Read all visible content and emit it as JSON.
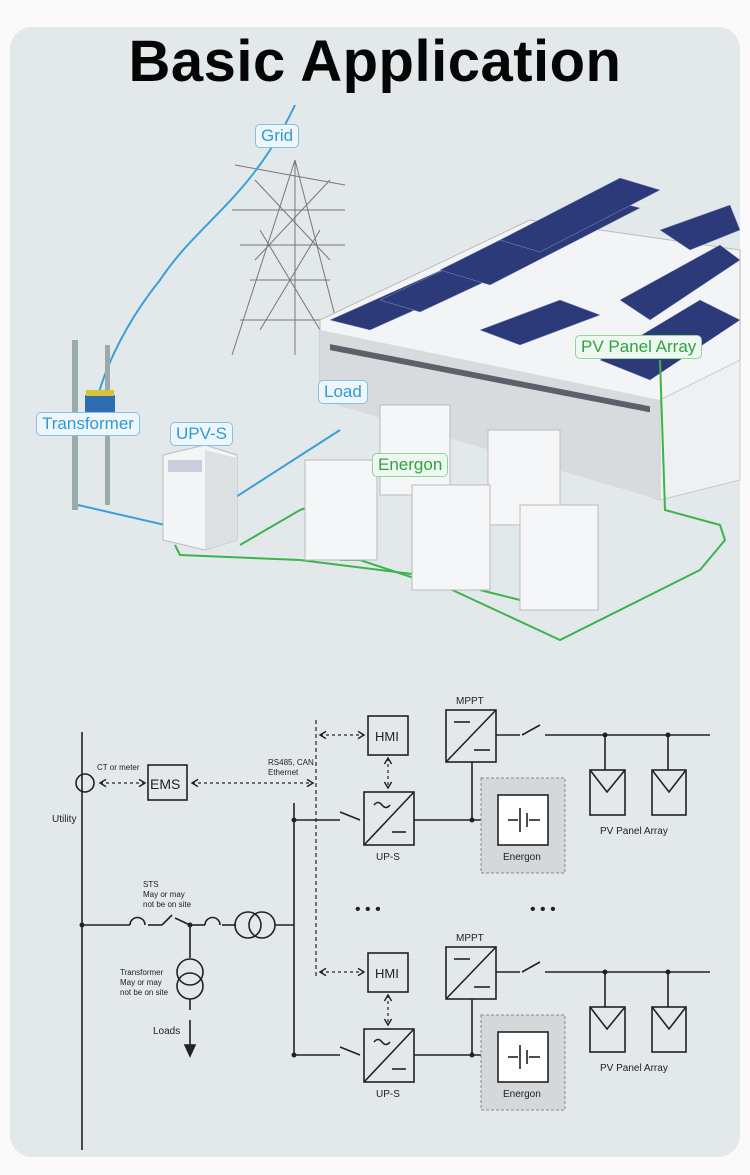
{
  "title": "Basic Application",
  "illustration": {
    "labels": {
      "grid": "Grid",
      "transformer": "Transformer",
      "upvs": "UPV-S",
      "load": "Load",
      "energon": "Energon",
      "pv": "PV Panel Array"
    },
    "colors": {
      "ac_line": "#3aa0d8",
      "dc_line": "#3cb44b",
      "panel": "#2c3a7a"
    }
  },
  "schematic": {
    "utility": "Utility",
    "ct": "CT or meter",
    "ems": "EMS",
    "comm1": "RS485, CAN",
    "comm2": "Ethernet",
    "sts1": "STS",
    "sts2": "May or may",
    "sts3": "not be on site",
    "tr1": "Transformer",
    "tr2": "May or may",
    "tr3": "not be on site",
    "loads": "Loads",
    "hmi": "HMI",
    "ups": "UP-S",
    "mppt": "MPPT",
    "energon": "Energon",
    "pv": "PV Panel Array",
    "ellipsis": "• • •"
  }
}
